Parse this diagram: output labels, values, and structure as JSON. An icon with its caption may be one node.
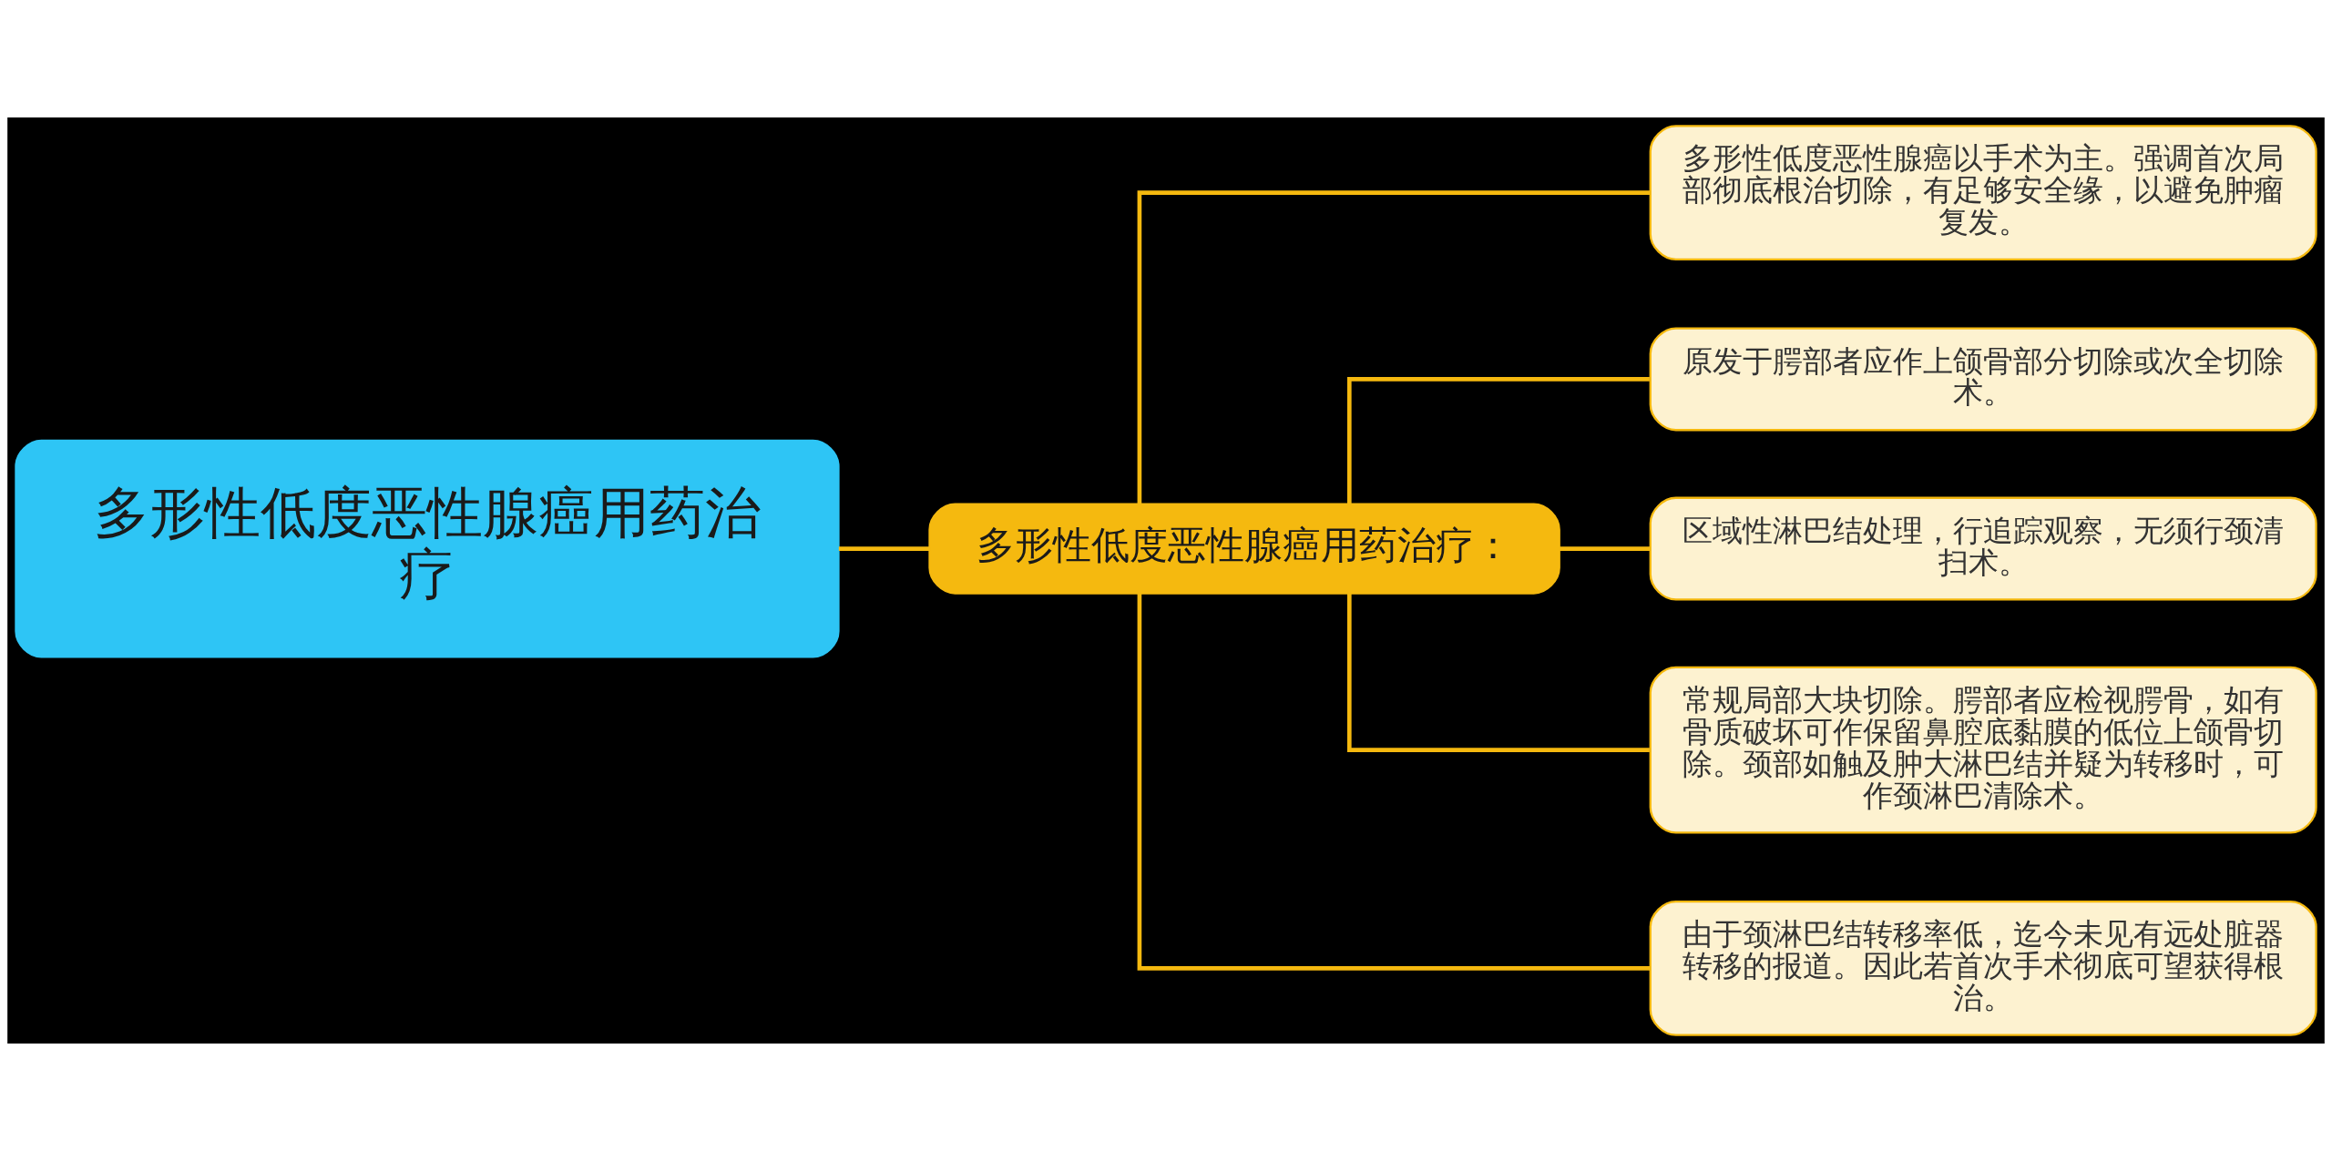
{
  "diagram": {
    "nodes": [
      {
        "text": [
          "多形性低度恶性腺癌用药治疗"
        ]
      },
      {
        "text": [
          "多形性低度恶性腺癌用药治疗："
        ]
      },
      {
        "text": [
          "多形性低度恶性腺癌以手术为主。强调首次局部彻底根治切除，有足够安全缘，以避免肿瘤复发。"
        ]
      },
      {
        "text": [
          "原发于腭部者应作上颌骨部分切除或次全切除术。"
        ]
      },
      {
        "text": [
          "区域性淋巴结处理，行追踪观察，无须行颈清扫术。"
        ]
      },
      {
        "text": [
          "常规局部大块切除。腭部者应检视腭骨，如有骨质破坏可作保留鼻腔底黏膜的低位上颌骨切除。颈部如触及肿大淋巴结并疑为转移时，可作颈淋巴清除术。"
        ]
      },
      {
        "text": [
          "由于颈淋巴结转移率低，迄今未见有远处脏器转移的报道。因此若首次手术彻底可望获得根治。"
        ]
      }
    ],
    "edges": [
      {
        "from": 0,
        "to": 1,
        "arrow": "none"
      },
      {
        "from": 1,
        "to": 2,
        "arrow": "none"
      },
      {
        "from": 1,
        "to": 3,
        "arrow": "none"
      },
      {
        "from": 1,
        "to": 4,
        "arrow": "none"
      },
      {
        "from": 1,
        "to": 5,
        "arrow": "none"
      },
      {
        "from": 1,
        "to": 6,
        "arrow": "none"
      }
    ]
  }
}
